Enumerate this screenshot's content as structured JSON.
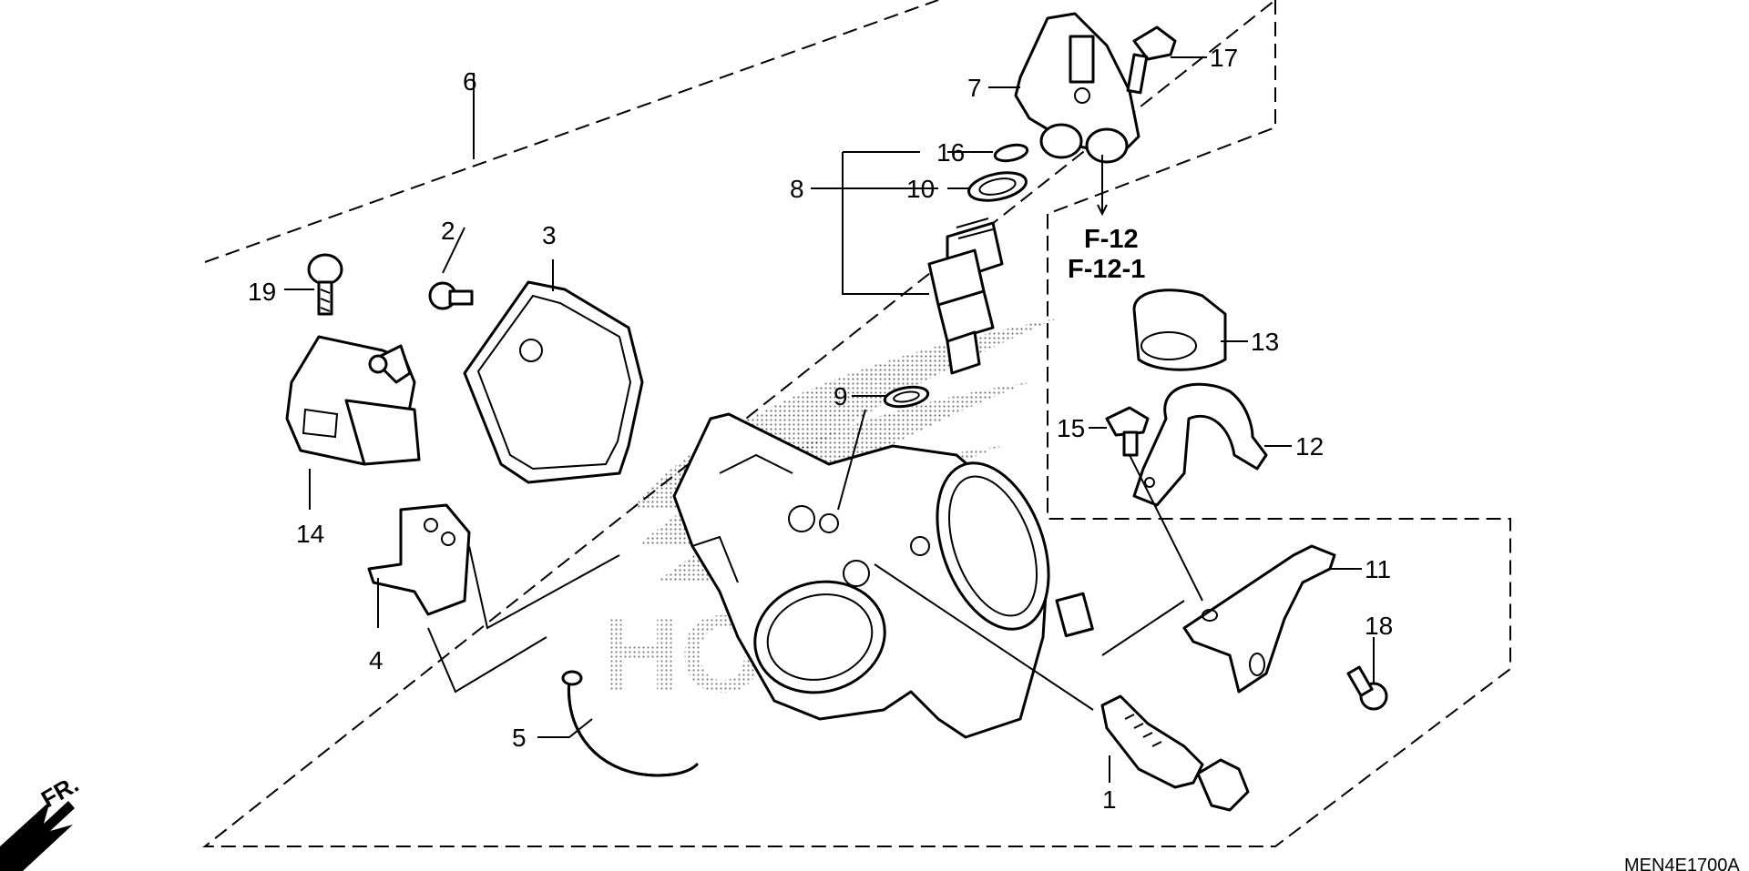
{
  "diagram": {
    "callouts": [
      {
        "id": "1",
        "text": "1"
      },
      {
        "id": "2",
        "text": "2"
      },
      {
        "id": "3",
        "text": "3"
      },
      {
        "id": "4",
        "text": "4"
      },
      {
        "id": "5",
        "text": "5"
      },
      {
        "id": "6",
        "text": "6"
      },
      {
        "id": "7",
        "text": "7"
      },
      {
        "id": "8",
        "text": "8"
      },
      {
        "id": "9",
        "text": "9"
      },
      {
        "id": "10",
        "text": "10"
      },
      {
        "id": "11",
        "text": "11"
      },
      {
        "id": "12",
        "text": "12"
      },
      {
        "id": "13",
        "text": "13"
      },
      {
        "id": "14",
        "text": "14"
      },
      {
        "id": "15",
        "text": "15"
      },
      {
        "id": "16",
        "text": "16"
      },
      {
        "id": "17",
        "text": "17"
      },
      {
        "id": "18",
        "text": "18"
      },
      {
        "id": "19",
        "text": "19"
      }
    ],
    "references": [
      "F-12",
      "F-12-1"
    ],
    "direction_label": "FR.",
    "diagram_code": "MEN4E1700A",
    "watermark_icon": "honda-wing-watermark-icon",
    "direction_icon": "front-arrow-icon"
  }
}
